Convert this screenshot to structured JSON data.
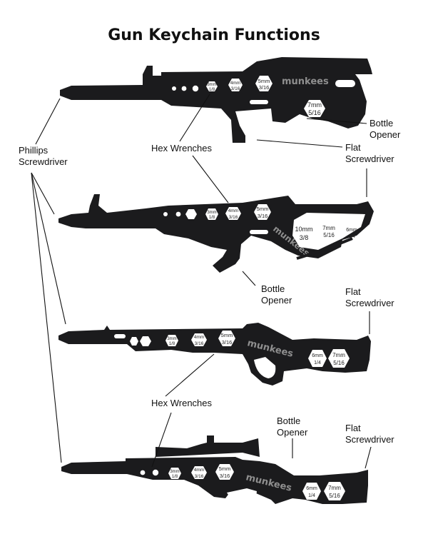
{
  "title": "Gun Keychain Functions",
  "brand": "munkees",
  "labels": {
    "phillips_line1": "Phillips",
    "phillips_line2": "Screwdriver",
    "hex_wrenches": "Hex Wrenches",
    "bottle_line1": "Bottle",
    "bottle_line2": "Opener",
    "flat_line1": "Flat",
    "flat_line2": "Screwdriver"
  },
  "sizes": {
    "s3mm": "3mm",
    "s1_8": "1/8",
    "s4mm": "4mm",
    "s3_16": "3/16",
    "s5mm": "5mm",
    "s3_16b": "3/16",
    "s6mm": "6mm",
    "s1_4": "1/4",
    "s7mm": "7mm",
    "s5_16": "5/16",
    "s10mm": "10mm",
    "s3_8": "3/8"
  }
}
